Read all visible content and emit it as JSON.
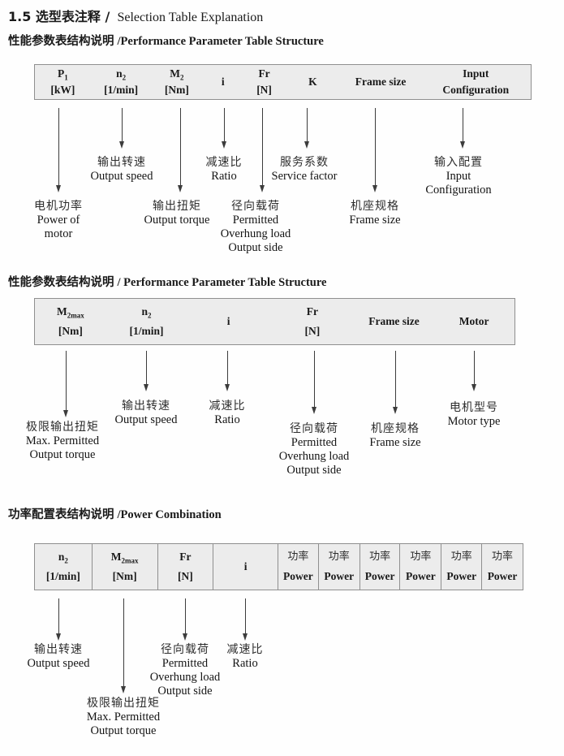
{
  "title": {
    "cn": "1.5 选型表注释 /",
    "en": "Selection Table Explanation"
  },
  "sections": [
    {
      "heading": {
        "cn": "性能参数表结构说明",
        "en": "/Performance Parameter Table Structure"
      },
      "table": {
        "columns": [
          {
            "sym": "P",
            "sub": "1",
            "unit": "[kW]"
          },
          {
            "sym": "n",
            "sub": "2",
            "unit": "[1/min]"
          },
          {
            "sym": "M",
            "sub": "2",
            "unit": "[Nm]"
          },
          {
            "sym": "i"
          },
          {
            "sym": "Fr",
            "unit": "[N]"
          },
          {
            "sym": "K"
          },
          {
            "sym": "Frame size"
          },
          {
            "sym": "Input",
            "unit": "Configuration"
          }
        ]
      },
      "callouts": [
        {
          "lines": [
            "电机功率",
            "Power of",
            "motor"
          ]
        },
        {
          "lines": [
            "输出转速",
            "Output speed"
          ]
        },
        {
          "lines": [
            "输出扭矩",
            "Output torque"
          ]
        },
        {
          "lines": [
            "减速比",
            "Ratio"
          ]
        },
        {
          "lines": [
            "径向载荷",
            "Permitted",
            "Overhung load",
            "Output side"
          ]
        },
        {
          "lines": [
            "服务系数",
            "Service factor"
          ]
        },
        {
          "lines": [
            "机座规格",
            "Frame size"
          ]
        },
        {
          "lines": [
            "输入配置",
            "Input",
            "Configuration"
          ]
        }
      ]
    },
    {
      "heading": {
        "cn": "性能参数表结构说明",
        "en": "/ Performance Parameter Table Structure"
      },
      "table": {
        "columns": [
          {
            "sym": "M",
            "sub": "2max",
            "unit": "[Nm]"
          },
          {
            "sym": "n",
            "sub": "2",
            "unit": "[1/min]"
          },
          {
            "sym": "i"
          },
          {
            "sym": "Fr",
            "unit": "[N]"
          },
          {
            "sym": "Frame size"
          },
          {
            "sym": "Motor"
          }
        ]
      },
      "callouts": [
        {
          "lines": [
            "极限输出扭矩",
            "Max. Permitted",
            "Output torque"
          ]
        },
        {
          "lines": [
            "输出转速",
            "Output speed"
          ]
        },
        {
          "lines": [
            "减速比",
            "Ratio"
          ]
        },
        {
          "lines": [
            "径向载荷",
            "Permitted",
            "Overhung load",
            "Output side"
          ]
        },
        {
          "lines": [
            "机座规格",
            "Frame size"
          ]
        },
        {
          "lines": [
            "电机型号",
            "Motor type"
          ]
        }
      ]
    },
    {
      "heading": {
        "cn": "功率配置表结构说明",
        "en": "/Power Combination"
      },
      "table": {
        "columns": [
          {
            "sym": "n",
            "sub": "2",
            "unit": "[1/min]"
          },
          {
            "sym": "M",
            "sub": "2max",
            "unit": "[Nm]"
          },
          {
            "sym": "Fr",
            "unit": "[N]"
          },
          {
            "sym": "i"
          }
        ],
        "power_cols": [
          {
            "cn": "功率",
            "en": "Power"
          },
          {
            "cn": "功率",
            "en": "Power"
          },
          {
            "cn": "功率",
            "en": "Power"
          },
          {
            "cn": "功率",
            "en": "Power"
          },
          {
            "cn": "功率",
            "en": "Power"
          },
          {
            "cn": "功率",
            "en": "Power"
          }
        ]
      },
      "callouts": [
        {
          "lines": [
            "输出转速",
            "Output speed"
          ]
        },
        {
          "lines": [
            "极限输出扭矩",
            "Max. Permitted",
            "Output torque"
          ]
        },
        {
          "lines": [
            "径向载荷",
            "Permitted",
            "Overhung load",
            "Output side"
          ]
        },
        {
          "lines": [
            "减速比",
            "Ratio"
          ]
        }
      ]
    }
  ]
}
